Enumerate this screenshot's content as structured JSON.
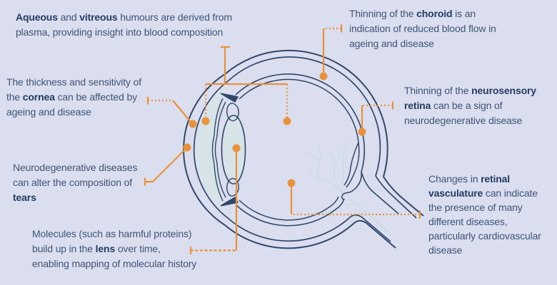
{
  "title": "Eye cross-section diagram with biomarker annotations",
  "colors": {
    "background": "#dbdeee",
    "outline_navy": "#30476a",
    "text": "#3e5477",
    "text_bold": "#223c66",
    "callout_orange": "#e8923d",
    "humour_teal": "#d6e4e8",
    "vessel_teal": "#c6dfde"
  },
  "annotations": [
    {
      "id": "aqueous-vitreous",
      "lines": [
        [
          {
            "t": "Aqueous",
            "b": true
          },
          {
            "t": " and ",
            "b": false
          },
          {
            "t": "vitreous",
            "b": true
          },
          {
            "t": " humours are derived from",
            "b": false
          }
        ],
        [
          {
            "t": "plasma, providing insight into blood composition",
            "b": false
          }
        ]
      ]
    },
    {
      "id": "cornea",
      "lines": [
        [
          {
            "t": "The thickness and sensitivity of",
            "b": false
          }
        ],
        [
          {
            "t": "the ",
            "b": false
          },
          {
            "t": "cornea",
            "b": true
          },
          {
            "t": " can be affected by",
            "b": false
          }
        ],
        [
          {
            "t": "ageing and disease",
            "b": false
          }
        ]
      ]
    },
    {
      "id": "tears",
      "lines": [
        [
          {
            "t": "Neurodegenerative diseases",
            "b": false
          }
        ],
        [
          {
            "t": "can alter the composition of",
            "b": false
          }
        ],
        [
          {
            "t": "tears",
            "b": true
          }
        ]
      ]
    },
    {
      "id": "lens",
      "lines": [
        [
          {
            "t": "Molecules (such as harmful proteins)",
            "b": false
          }
        ],
        [
          {
            "t": "build up in the ",
            "b": false
          },
          {
            "t": "lens",
            "b": true
          },
          {
            "t": " over time,",
            "b": false
          }
        ],
        [
          {
            "t": "enabling mapping of molecular history",
            "b": false
          }
        ]
      ]
    },
    {
      "id": "choroid",
      "lines": [
        [
          {
            "t": "Thinning of the ",
            "b": false
          },
          {
            "t": "choroid",
            "b": true
          },
          {
            "t": " is an",
            "b": false
          }
        ],
        [
          {
            "t": "indication of reduced blood flow in",
            "b": false
          }
        ],
        [
          {
            "t": "ageing and disease",
            "b": false
          }
        ]
      ]
    },
    {
      "id": "neurosensory-retina",
      "lines": [
        [
          {
            "t": "Thinning of the ",
            "b": false
          },
          {
            "t": "neurosensory",
            "b": true
          }
        ],
        [
          {
            "t": "retina",
            "b": true
          },
          {
            "t": " can be a sign of",
            "b": false
          }
        ],
        [
          {
            "t": "neurodegenerative disease",
            "b": false
          }
        ]
      ]
    },
    {
      "id": "retinal-vasculature",
      "lines": [
        [
          {
            "t": "Changes in ",
            "b": false
          },
          {
            "t": "retinal",
            "b": true
          }
        ],
        [
          {
            "t": "vasculature",
            "b": true
          },
          {
            "t": " can indicate",
            "b": false
          }
        ],
        [
          {
            "t": "the presence of many",
            "b": false
          }
        ],
        [
          {
            "t": "different diseases,",
            "b": false
          }
        ],
        [
          {
            "t": "particularly cardiovascular",
            "b": false
          }
        ],
        [
          {
            "t": "disease",
            "b": false
          }
        ]
      ]
    }
  ]
}
